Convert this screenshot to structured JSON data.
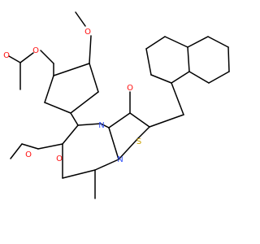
{
  "molecule": {
    "colors": {
      "bond": "#000000",
      "oxygen": "#ff0d0d",
      "nitrogen": "#3050f8",
      "sulfur": "#c8a000",
      "background": "#ffffff"
    },
    "atom_labels": {
      "o_ester_acetyl": "O",
      "o_carbonyl_acetyl": "O",
      "o_methoxy": "O",
      "o_ketone": "O",
      "o_ester_carbonyl": "O",
      "o_ester_ether": "O",
      "n_ring": "N",
      "n_imine": "N",
      "s_ring": "S"
    }
  }
}
